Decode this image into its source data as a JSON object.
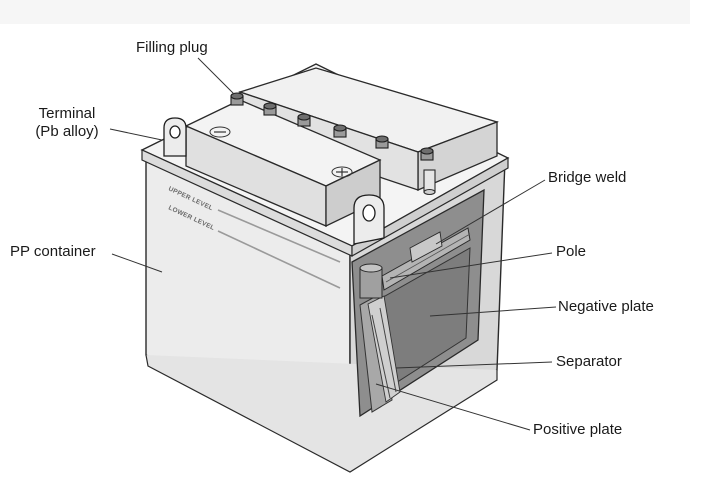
{
  "labels": {
    "filling_plug": "Filling plug",
    "terminal_line1": "Terminal",
    "terminal_line2": "(Pb alloy)",
    "pp_container": "PP container",
    "bridge_weld": "Bridge weld",
    "pole": "Pole",
    "negative_plate": "Negative plate",
    "separator": "Separator",
    "positive_plate": "Positive plate"
  },
  "case_markings": {
    "upper_level": "UPPER LEVEL",
    "lower_level": "LOWER LEVEL"
  }
}
